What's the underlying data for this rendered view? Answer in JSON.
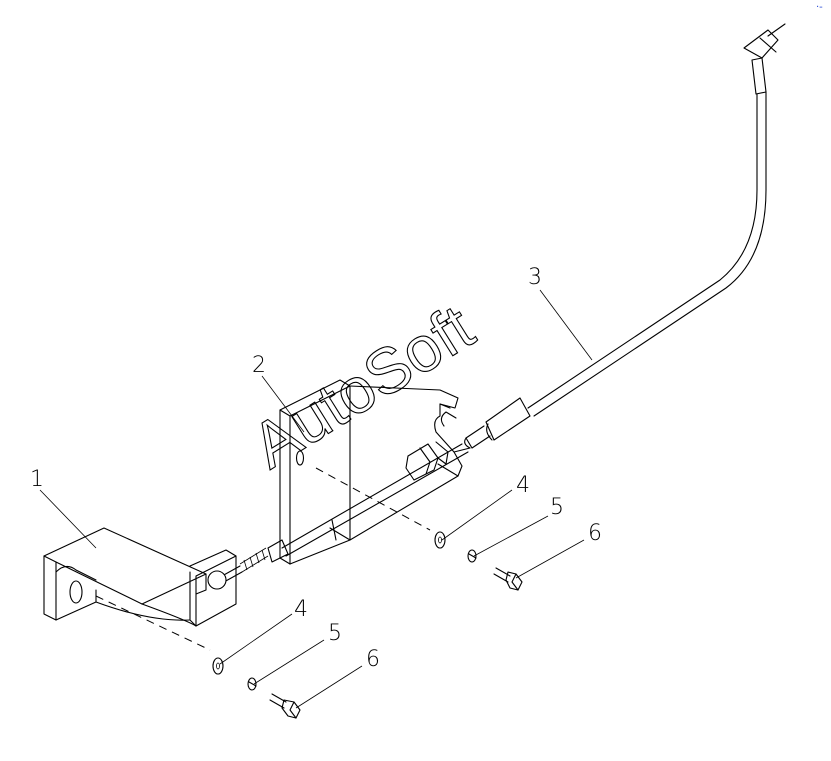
{
  "diagram": {
    "watermark": "AutoSoft",
    "corner_mark": "·-",
    "callouts": [
      {
        "id": "c1",
        "label": "1"
      },
      {
        "id": "c2",
        "label": "2"
      },
      {
        "id": "c3",
        "label": "3"
      },
      {
        "id": "c4a",
        "label": "4"
      },
      {
        "id": "c5a",
        "label": "5"
      },
      {
        "id": "c6a",
        "label": "6"
      },
      {
        "id": "c4b",
        "label": "4"
      },
      {
        "id": "c5b",
        "label": "5"
      },
      {
        "id": "c6b",
        "label": "6"
      }
    ]
  }
}
